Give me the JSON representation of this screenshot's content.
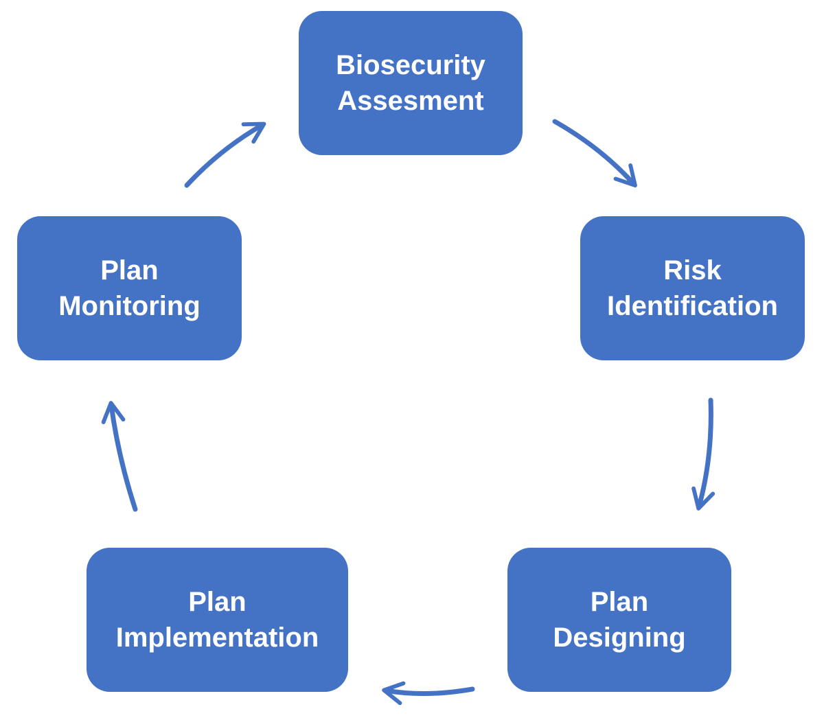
{
  "colors": {
    "node_fill": "#4472C4",
    "node_text": "#FFFFFF",
    "arrow": "#4472C4",
    "background": "#FFFFFF"
  },
  "nodes": [
    {
      "id": "biosecurity",
      "line1": "Biosecurity",
      "line2": "Assesment"
    },
    {
      "id": "risk",
      "line1": "Risk",
      "line2": "Identification"
    },
    {
      "id": "design",
      "line1": "Plan",
      "line2": "Designing"
    },
    {
      "id": "implement",
      "line1": "Plan",
      "line2": "Implementation"
    },
    {
      "id": "monitor",
      "line1": "Plan",
      "line2": "Monitoring"
    }
  ],
  "arrows": [
    {
      "from": "biosecurity",
      "to": "risk"
    },
    {
      "from": "risk",
      "to": "design"
    },
    {
      "from": "design",
      "to": "implement"
    },
    {
      "from": "implement",
      "to": "monitor"
    },
    {
      "from": "monitor",
      "to": "biosecurity"
    }
  ]
}
